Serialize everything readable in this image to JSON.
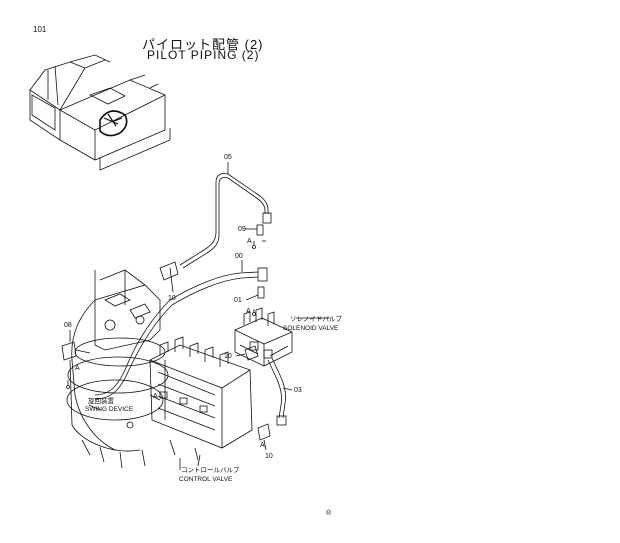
{
  "page_number": "101",
  "title_jp": "パイロット配管 (2)",
  "title_en": "PILOT PIPING (2)",
  "callouts": {
    "pipe_05": "05",
    "fitting_09": "09",
    "detail_a_09": "A",
    "pipe_00": "00",
    "fitting_01": "01",
    "detail_a_01": "A",
    "fitting_10_top": "10",
    "fitting_10_mid": "10",
    "fitting_10_bottom": "10",
    "fitting_08": "08",
    "detail_a_08": "A",
    "pipe_03": "03",
    "detail_a_bottom": "A",
    "detail_a_left": "A"
  },
  "components": {
    "solenoid_valve_jp": "ソレノイドバルブ",
    "solenoid_valve_en": "SOLENOID VALVE",
    "swing_device_jp": "旋回装置",
    "swing_device_en": "SWING DEVICE",
    "control_valve_jp": "コントロールバルブ",
    "control_valve_en": "CONTROL VALVE"
  },
  "footer_mark": "®"
}
